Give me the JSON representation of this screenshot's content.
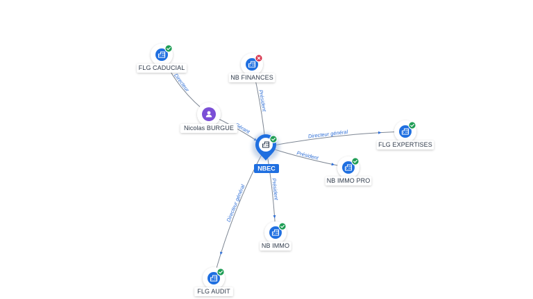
{
  "colors": {
    "company_fill": "#1f6fe0",
    "person_fill": "#7b4fd6",
    "active_badge": "#1f9d55",
    "inactive_badge": "#d6304a",
    "edge_label": "#2f6fd6",
    "center_fill": "#1f6fe0"
  },
  "center": {
    "id": "nbec",
    "label": "NBEC",
    "icon": "building-icon",
    "status": "active"
  },
  "nodes": [
    {
      "id": "flg-caducial",
      "label": "FLG CADUCIAL",
      "type": "company",
      "icon": "building-icon",
      "status": "active"
    },
    {
      "id": "nb-finances",
      "label": "NB FINANCES",
      "type": "company",
      "icon": "building-icon",
      "status": "inactive"
    },
    {
      "id": "nicolas-burgue",
      "label": "Nicolas BURGUE",
      "type": "person",
      "icon": "person-icon",
      "status": "none"
    },
    {
      "id": "flg-expertises",
      "label": "FLG EXPERTISES",
      "type": "company",
      "icon": "building-icon",
      "status": "active"
    },
    {
      "id": "nb-immo-pro",
      "label": "NB IMMO PRO",
      "type": "company",
      "icon": "building-icon",
      "status": "active"
    },
    {
      "id": "nb-immo",
      "label": "NB IMMO",
      "type": "company",
      "icon": "building-icon",
      "status": "active"
    },
    {
      "id": "flg-audit",
      "label": "FLG AUDIT",
      "type": "company",
      "icon": "building-icon",
      "status": "active"
    }
  ],
  "edges": [
    {
      "from": "nicolas-burgue",
      "to": "flg-caducial",
      "label": "Directeur"
    },
    {
      "from": "nicolas-burgue",
      "to": "nbec",
      "label": "Gérant"
    },
    {
      "from": "nbec",
      "to": "nb-finances",
      "label": "Président"
    },
    {
      "from": "nbec",
      "to": "flg-expertises",
      "label": "Directeur général"
    },
    {
      "from": "nbec",
      "to": "nb-immo-pro",
      "label": "Président"
    },
    {
      "from": "nbec",
      "to": "nb-immo",
      "label": "Président"
    },
    {
      "from": "nbec",
      "to": "flg-audit",
      "label": "Directeur général"
    }
  ]
}
